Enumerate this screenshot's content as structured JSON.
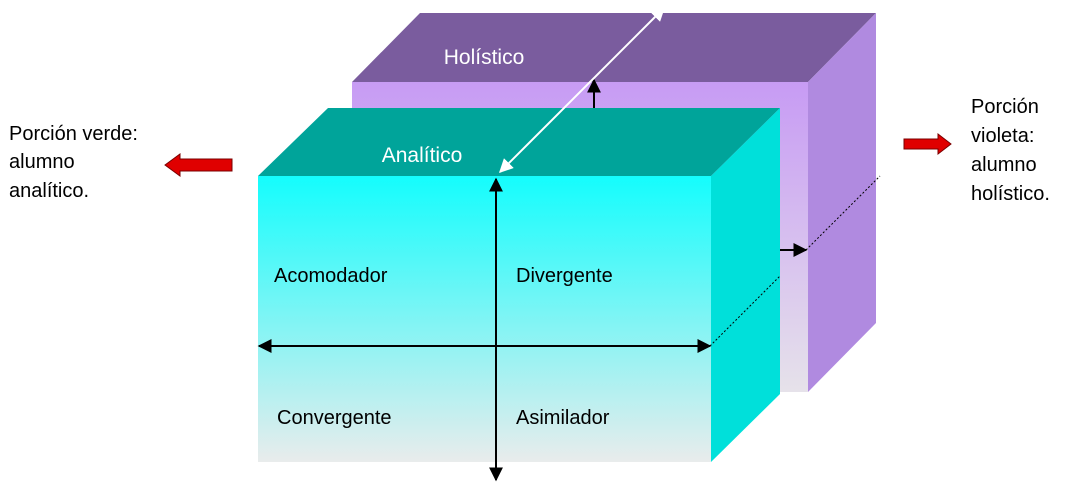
{
  "colors": {
    "holistic_top": "#7A5C9E",
    "holistic_side": "#B08AE0",
    "holistic_front_top": "#C79BF4",
    "holistic_front_bottom": "#E6E2EA",
    "analytic_top": "#00A49A",
    "analytic_side": "#00E0DA",
    "analytic_front_top": "#14FDFD",
    "analytic_front_bottom": "#E9ECEC",
    "callout_arrow": "#E00000"
  },
  "back_cube": {
    "top_label": "Holístico"
  },
  "front_cube": {
    "top_label": "Analítico",
    "quadrants": {
      "top_left": "Acomodador",
      "top_right": "Divergente",
      "bottom_left": "Convergente",
      "bottom_right": "Asimilador"
    }
  },
  "left_callout": {
    "lines": [
      "Porción verde:",
      "alumno",
      "analítico."
    ],
    "arrow_icon": "left-arrow-icon"
  },
  "right_callout": {
    "lines": [
      "Porción",
      "violeta:",
      "alumno",
      "holístico."
    ],
    "arrow_icon": "right-arrow-icon"
  }
}
